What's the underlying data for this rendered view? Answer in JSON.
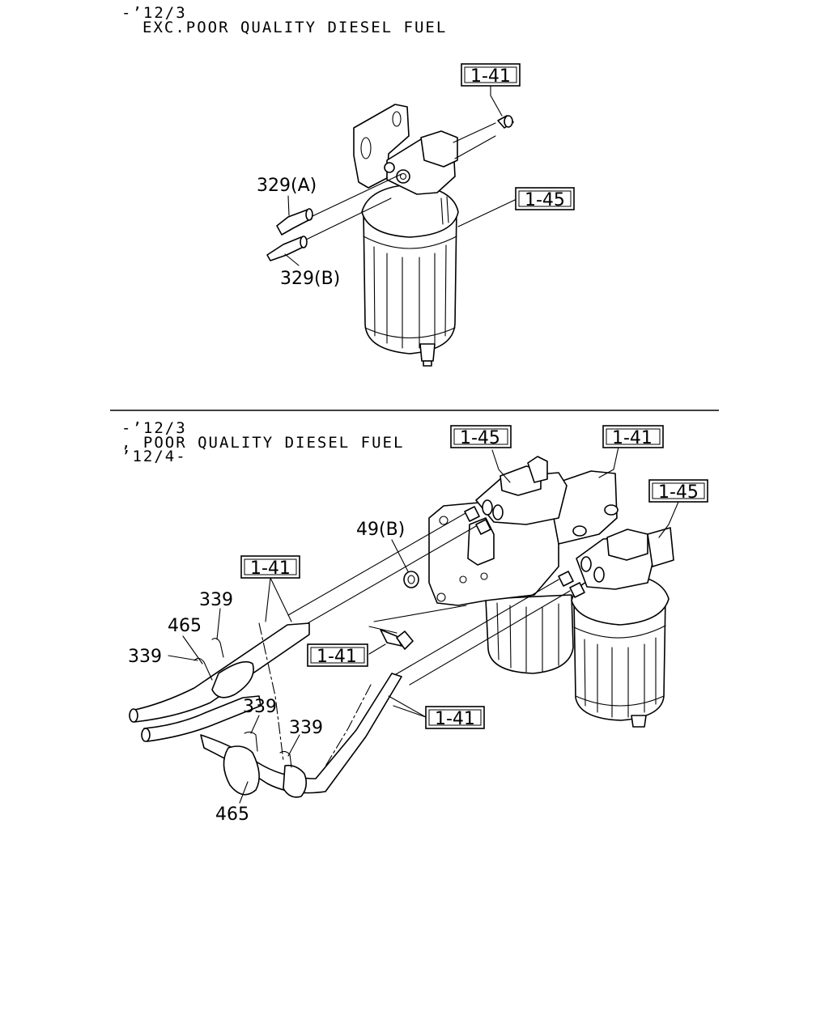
{
  "upper_section": {
    "header_line1": "-’12/3",
    "header_line2": "EXC.POOR QUALITY DIESEL FUEL",
    "callouts": {
      "ref_1_41": "1-41",
      "ref_1_45": "1-45",
      "part_329a": "329(A)",
      "part_329b": "329(B)"
    }
  },
  "lower_section": {
    "header_line1": "-’12/3",
    "header_line2": ", POOR QUALITY DIESEL FUEL",
    "header_line3": "’12/4-",
    "callouts": {
      "ref_1_45_left": "1-45",
      "ref_1_41_top": "1-41",
      "ref_1_45_right": "1-45",
      "part_49b": "49(B)",
      "ref_1_41_hose": "1-41",
      "part_339_a": "339",
      "part_465_a": "465",
      "part_339_b": "339",
      "ref_1_41_bolt": "1-41",
      "part_339_c": "339",
      "part_339_d": "339",
      "ref_1_41_line": "1-41",
      "part_465_b": "465"
    }
  }
}
